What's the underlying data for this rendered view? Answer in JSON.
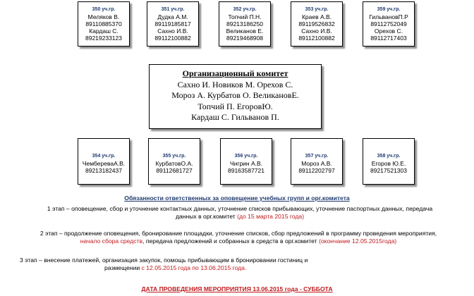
{
  "top_groups": [
    {
      "group": "350 уч.гр.",
      "lines": [
        "Меляков В.",
        "89110885370",
        "Кардаш С.",
        "89219233123"
      ]
    },
    {
      "group": "351 уч.гр.",
      "lines": [
        "Дудка А.М.",
        "89119185817",
        "Сахно И.В.",
        "89112100882"
      ]
    },
    {
      "group": "352 уч.гр.",
      "lines": [
        "Топчий П.Н.",
        "89213186250",
        "Великанов Е.",
        "89219468908"
      ]
    },
    {
      "group": "353 уч.гр.",
      "lines": [
        "Краев А.В.",
        "89119526832",
        "Сахно И.В.",
        "89112100882"
      ]
    },
    {
      "group": "359 уч.гр.",
      "lines": [
        "ГильвановП.Р",
        "89112752049",
        "Орехов С.",
        "89112717403"
      ]
    }
  ],
  "committee": {
    "title": "Организационный комитет",
    "lines": [
      "Сахно И. Новиков М. Орехов С.",
      "Мороз А. Курбатов О. ВеликановЕ.",
      "Топчий П. ЕгоровЮ.",
      "Кардаш С. Гильванов П."
    ]
  },
  "bottom_groups": [
    {
      "group": "354 уч.гр.",
      "lines": [
        "ЧембереваА.В.",
        "89213182437"
      ]
    },
    {
      "group": "355 уч.гр.",
      "lines": [
        "КурбатовО.А.",
        "89112681727"
      ]
    },
    {
      "group": "356 уч.гр.",
      "lines": [
        "Чигрин А.В.",
        "89163587721"
      ]
    },
    {
      "group": "357 уч.гр.",
      "lines": [
        "Мороз А.В.",
        "89112202797"
      ]
    },
    {
      "group": "358 уч.гр.",
      "lines": [
        "Егоров Ю.Е.",
        "89217521303"
      ]
    }
  ],
  "duties": {
    "title": "Обязанности ответственных за оповещение учебных групп и орг.комитета",
    "stage1": {
      "line1": "1 этап – оповещение, сбор и уточнение контактных данных, уточнение списков прибывающих, уточнение паспортных данных, передача",
      "line2": "данных в орг.комитет",
      "deadline": "(до 15 марта 2015 года)"
    },
    "stage2": {
      "line1": "2 этап – продолжение оповещения, бронирование площадки, уточнение списков, сбор предложений в программу проведения мероприятия,",
      "highlight": "начало сбора средств",
      "line2": ", передача предложений и собранных в средств в орг.комитет",
      "deadline": "(окончание 12.05.2015года)"
    },
    "stage3": {
      "line1": "3 этап –  внесение платежей, организация закупок, помощь прибывающим в бронировании гостиниц и",
      "line2": "размещении",
      "period": "с 12.05.2015 года по 13.06.2015 года."
    }
  },
  "event_date": "ДАТА ПРОВЕДЕНИЯ МЕРОПРИЯТИЯ  13.06.2015 года - СУББОТА"
}
